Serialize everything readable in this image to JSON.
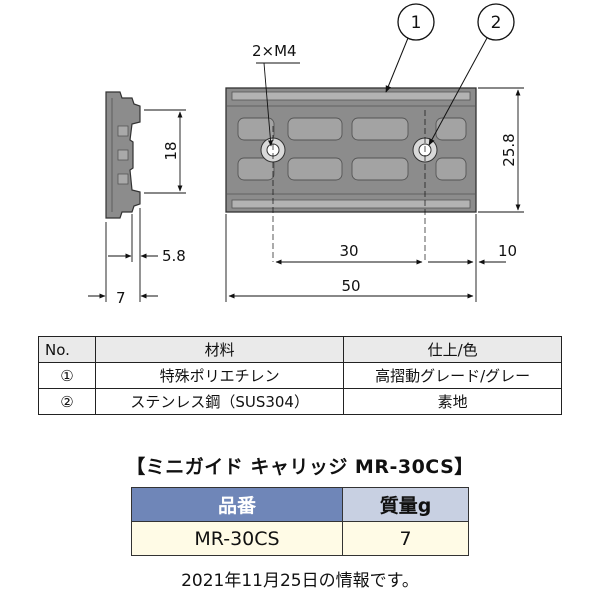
{
  "drawing": {
    "callout_1": "1",
    "callout_2": "2",
    "hole_label": "2×M4",
    "dim_18": "18",
    "dim_5_8": "5.8",
    "dim_7": "7",
    "dim_30": "30",
    "dim_10": "10",
    "dim_50": "50",
    "dim_25_8": "25.8"
  },
  "spec_table": {
    "headers": {
      "no": "No.",
      "material": "材料",
      "finish": "仕上/色"
    },
    "rows": [
      {
        "no": "①",
        "material": "特殊ポリエチレン",
        "finish": "高摺動グレード/グレー"
      },
      {
        "no": "②",
        "material": "ステンレス鋼（SUS304）",
        "finish": "素地"
      }
    ]
  },
  "product_title": "【ミニガイド キャリッジ MR-30CS】",
  "product_table": {
    "headers": {
      "part_no": "品番",
      "weight": "質量g"
    },
    "row": {
      "part_no": "MR-30CS",
      "weight": "7"
    }
  },
  "footnote": "2021年11月25日の情報です。",
  "colors": {
    "part_gray": "#8c8c8c",
    "header_blue": "#6f86b8",
    "header_light": "#c8d0e2",
    "cell_cream": "#fffbe6"
  }
}
